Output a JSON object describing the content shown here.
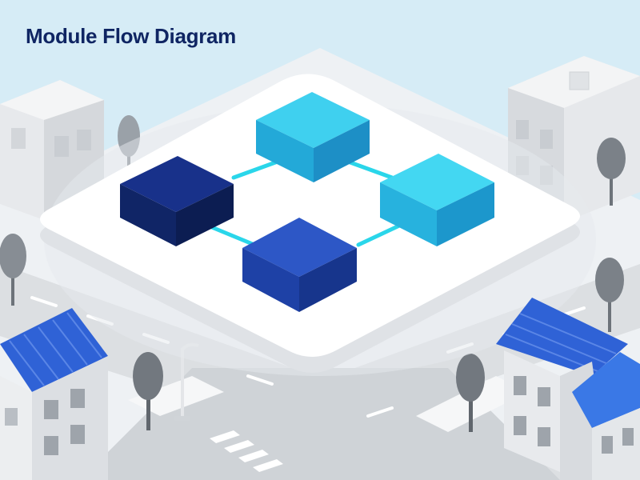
{
  "title": "Module Flow Diagram",
  "colors": {
    "sky": "#d6ecf6",
    "ground": "#eef1f4",
    "road": "#d9dcdf",
    "platform_top": "#ffffff",
    "platform_side": "#dfe2e6",
    "connector": "#2ad6ea",
    "roof_blue": "#2f62d6",
    "module_navy": "#142c7a",
    "module_royal": "#2348b8",
    "module_cyan_a": "#2fc6e8",
    "module_cyan_b": "#36d0ee"
  },
  "modules": [
    {
      "id": "module-navy",
      "color": "#142c7a"
    },
    {
      "id": "module-cyan-top",
      "color": "#2fc6e8"
    },
    {
      "id": "module-cyan-right",
      "color": "#36d0ee"
    },
    {
      "id": "module-royal-bottom",
      "color": "#2348b8"
    }
  ],
  "connections": [
    {
      "from": "module-navy",
      "to": "module-cyan-top"
    },
    {
      "from": "module-cyan-top",
      "to": "module-cyan-right"
    },
    {
      "from": "module-navy",
      "to": "module-royal-bottom"
    },
    {
      "from": "module-royal-bottom",
      "to": "module-cyan-right"
    }
  ]
}
